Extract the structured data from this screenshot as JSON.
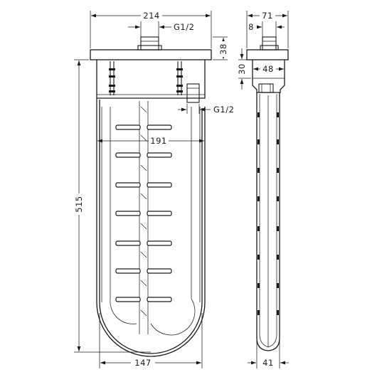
{
  "dimensions": {
    "front_top_width": "214",
    "front_top_inlet_thread": "G1/2",
    "front_top_height": "38",
    "front_side_outlet_thread": "G1/2",
    "front_inner_width": "191",
    "front_overall_height": "515",
    "front_bottom_width": "147",
    "side_overall_depth": "71",
    "side_inlet_offset": "8",
    "side_height": "30",
    "side_body_width": "48",
    "side_bottom_width": "41"
  },
  "colors": {
    "line": "#1a1a1a",
    "background": "#ffffff"
  }
}
